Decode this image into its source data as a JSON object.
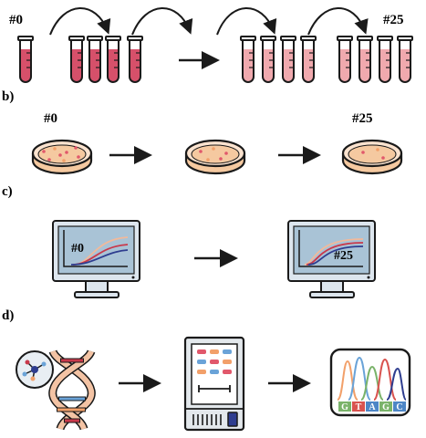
{
  "colors": {
    "outline": "#1a1a1a",
    "liquid_dark": "#d6506a",
    "liquid_light": "#f0a9ae",
    "dish_fill": "#f5c9a0",
    "dish_rim": "#fbe3cf",
    "monitor_screen": "#a9c3d6",
    "monitor_frame": "#dde6ee",
    "curve_red": "#c9394b",
    "curve_blue": "#2e3d8f",
    "curve_peach": "#f2b99a",
    "gel_red": "#e1586b",
    "gel_blue": "#6aa3d8",
    "gel_orange": "#f2a06a",
    "base_green": "#7ab36a",
    "base_blue": "#4d86c6",
    "base_red": "#d9534f"
  },
  "panel_a": {
    "label": "",
    "start_label": "#0",
    "end_label": "#25"
  },
  "panel_b": {
    "label": "b)",
    "start_label": "#0",
    "end_label": "#25"
  },
  "panel_c": {
    "label": "c)",
    "start_label": "#0",
    "end_label": "#25"
  },
  "panel_d": {
    "label": "d)",
    "bases": [
      "G",
      "T",
      "A",
      "G",
      "C"
    ]
  },
  "icons": [
    "test-tube-icon",
    "petri-dish-icon",
    "monitor-icon",
    "dna-icon",
    "molecule-icon",
    "gel-imager-icon",
    "chromatogram-icon",
    "arrow-icon"
  ]
}
